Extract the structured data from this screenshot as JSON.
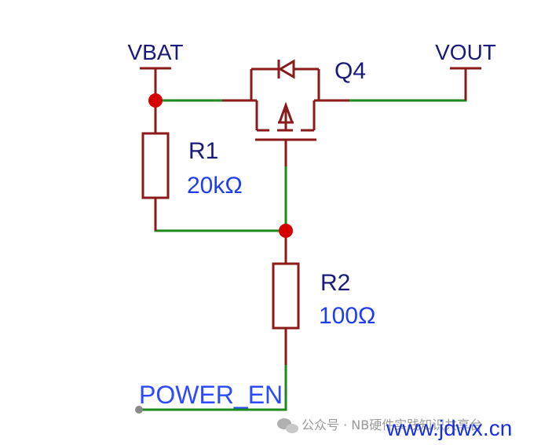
{
  "nets": {
    "vbat": "VBAT",
    "vout": "VOUT",
    "power_en": "POWER_EN"
  },
  "components": {
    "q4": {
      "ref": "Q4"
    },
    "r1": {
      "ref": "R1",
      "value": "20kΩ"
    },
    "r2": {
      "ref": "R2",
      "value": "100Ω"
    }
  },
  "watermark": {
    "channel": "公众号 · NB硬件实践知识共享台",
    "site": "www.jdwx.cn"
  },
  "colors": {
    "wire": "#1b8a1b",
    "pin": "#8b1a1a",
    "junction": "#d40000",
    "net_label": "#1a1a7a",
    "value_label": "#1f3df0"
  }
}
